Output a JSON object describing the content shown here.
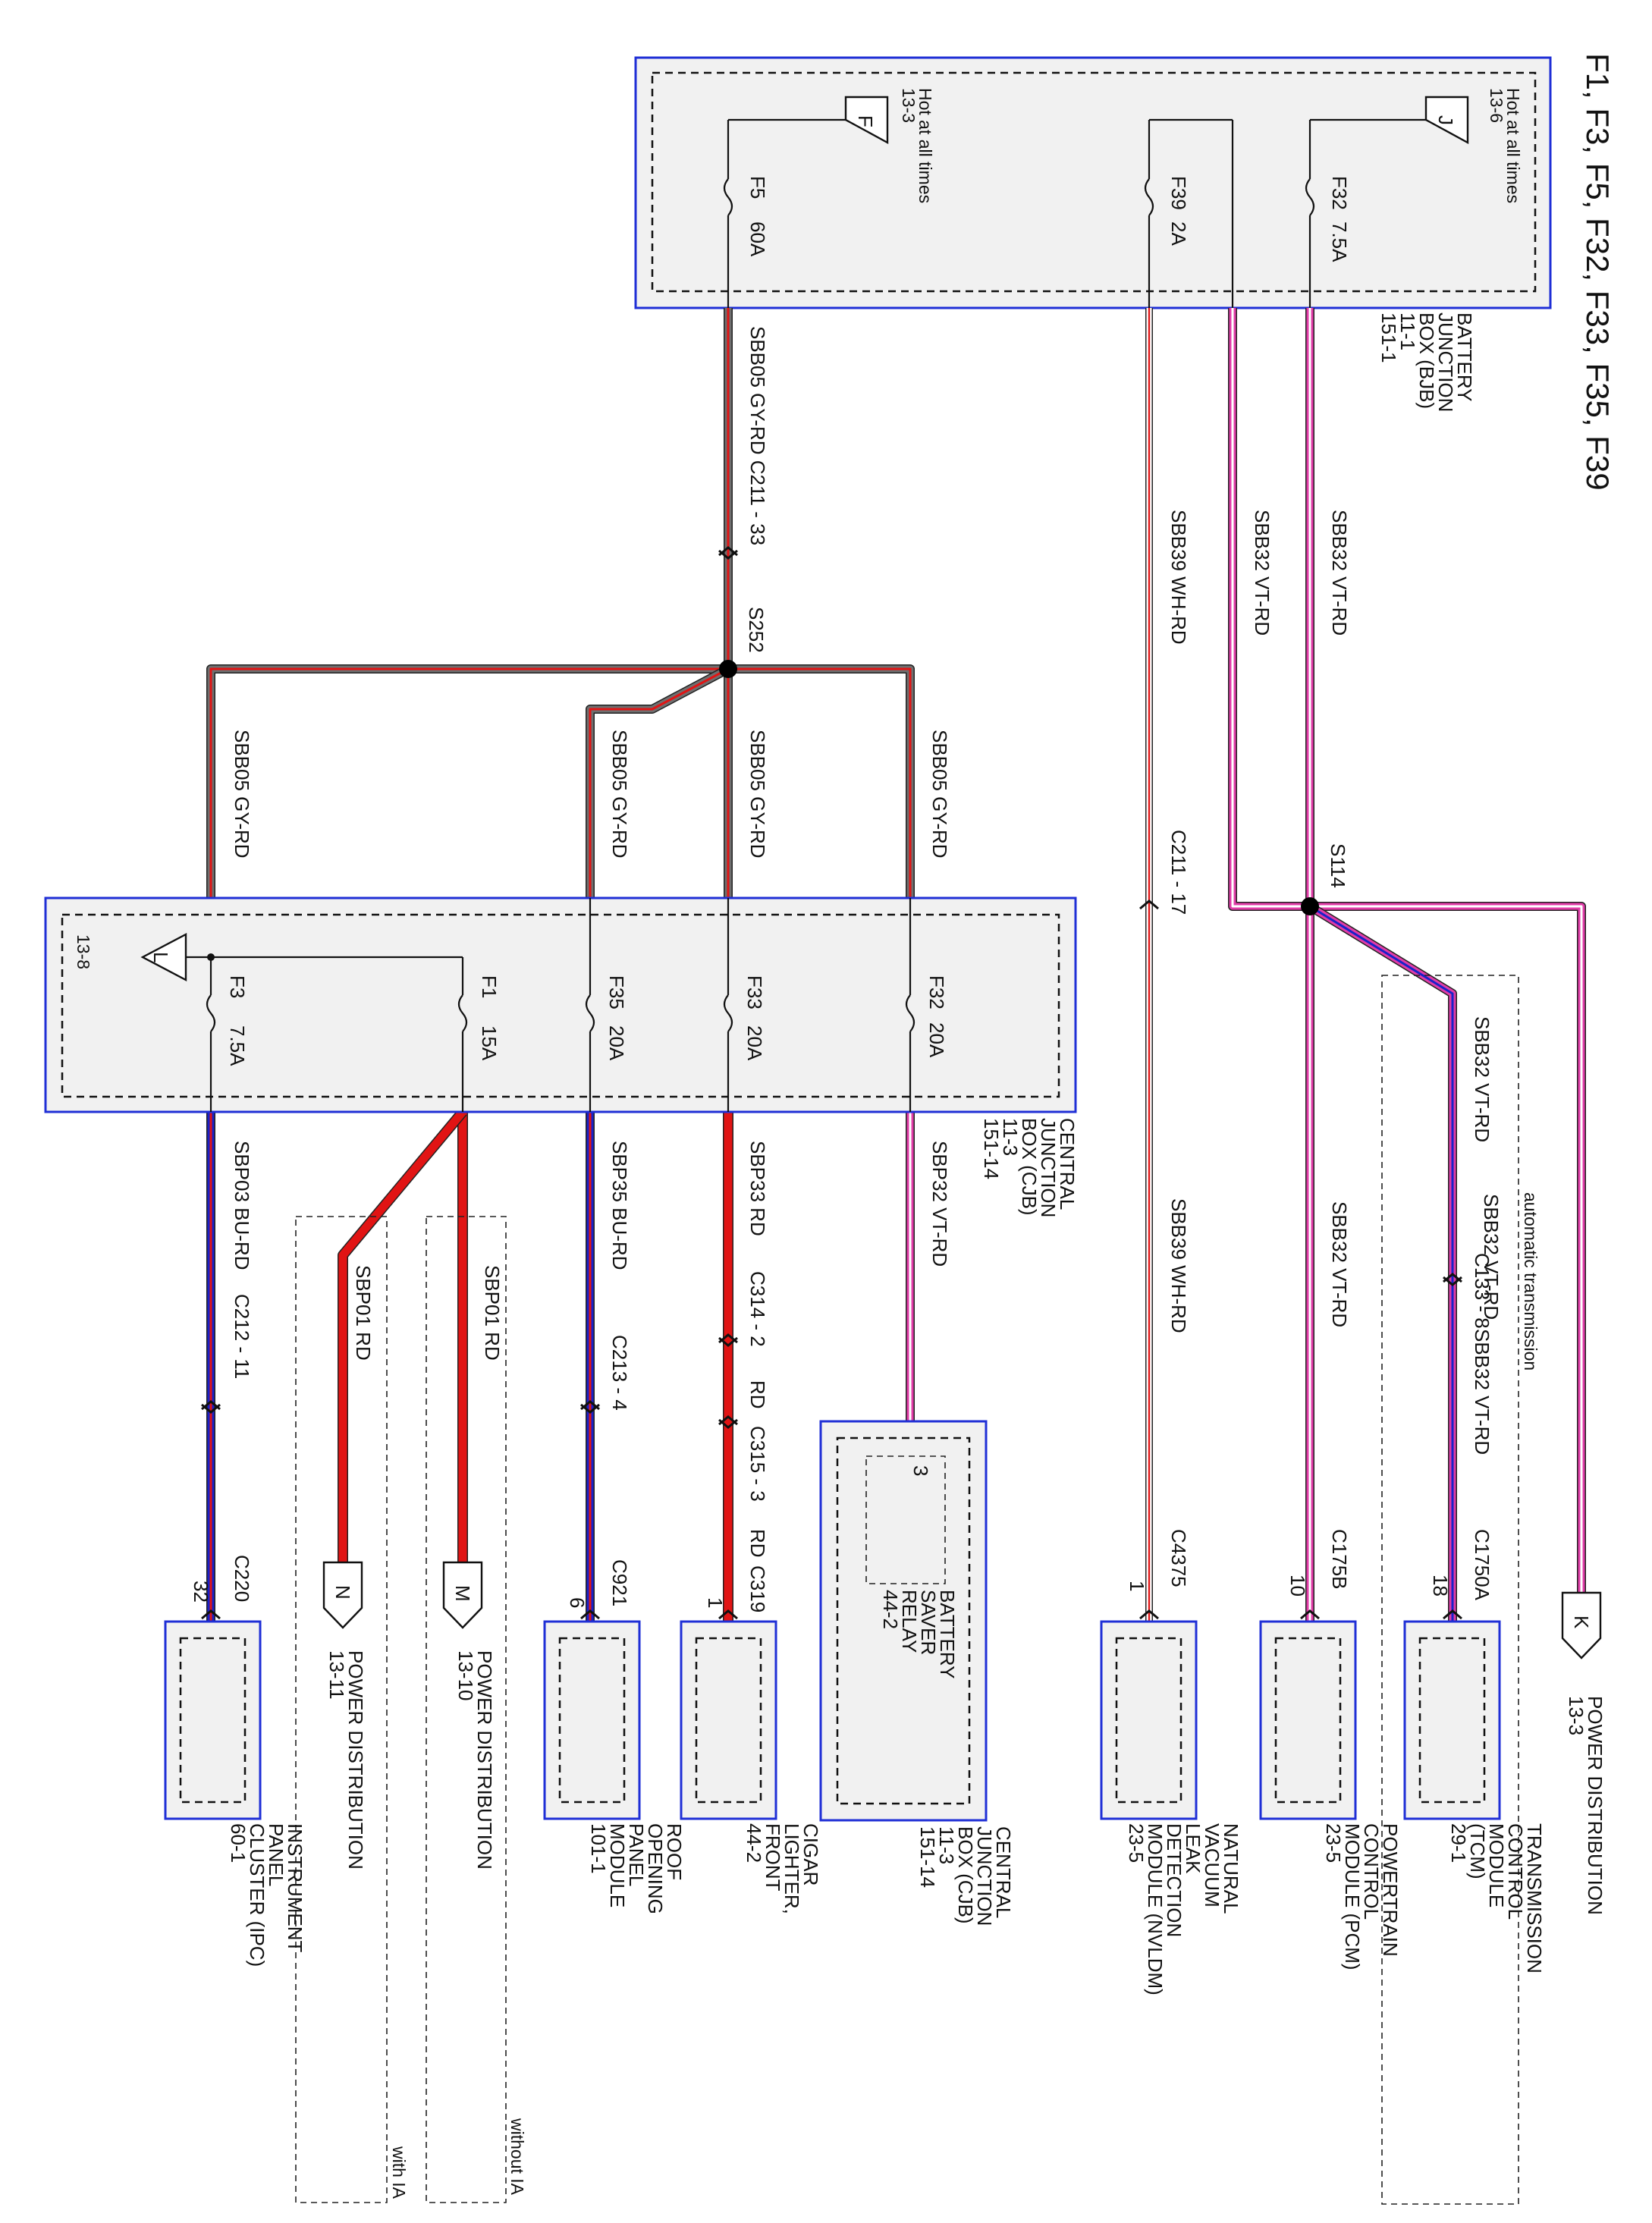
{
  "title": "F1, F3, F5, F32, F33, F35, F39",
  "bjb": {
    "label": "BATTERY\nJUNCTION\nBOX (BJB)\n11-1\n151-1",
    "hot_f": "Hot at all times\n13-3",
    "hot_j": "Hot at all times\n13-6",
    "ref_f": "F",
    "ref_j": "J",
    "fuses": [
      {
        "id": "F5",
        "rating": "60A"
      },
      {
        "id": "F39",
        "rating": "2A"
      },
      {
        "id": "F32",
        "rating": "7.5A"
      }
    ]
  },
  "cjb": {
    "label": "CENTRAL\nJUNCTION\nBOX (CJB)\n11-3\n151-14",
    "ref_l": "L",
    "ref_l_page": "13-8",
    "fuses": [
      {
        "id": "F3",
        "rating": "7.5A"
      },
      {
        "id": "F1",
        "rating": "15A"
      },
      {
        "id": "F35",
        "rating": "20A"
      },
      {
        "id": "F33",
        "rating": "20A"
      },
      {
        "id": "F32",
        "rating": "20A"
      }
    ]
  },
  "splices": {
    "s252": "S252",
    "s114": "S114"
  },
  "wires": {
    "sbb05": "SBB05  GY-RD",
    "sbb05_c": "SBB05  GY-RD  C211 - 33",
    "sbb39": "SBB39  WH-RD",
    "sbb32": "SBB32  VT-RD",
    "sbp03": "SBP03  BU-RD",
    "sbp01": "SBP01  RD",
    "sbp35": "SBP35  BU-RD",
    "sbp33": "SBP33  RD",
    "sbp32": "SBP32  VT-RD",
    "rd": "RD"
  },
  "connectors": {
    "c211_17": "C211 - 17",
    "c212_11": "C212 - 11",
    "c213_4": "C213 - 4",
    "c314_2": "C314 - 2",
    "c315_3": "C315 - 3",
    "c133_8": "C133 - 8",
    "c220": "C220",
    "c220_pin": "32",
    "c921": "C921",
    "c921_pin": "6",
    "c319": "C319",
    "c319_pin": "1",
    "c4375": "C4375",
    "c4375_pin": "1",
    "c175b": "C175B",
    "c175b_pin": "10",
    "c1750a": "C1750A",
    "c1750a_pin": "18",
    "relay_pin": "3"
  },
  "refs": {
    "k": "K",
    "k_label": "POWER DISTRIBUTION\n13-3",
    "n": "N",
    "n_label": "POWER DISTRIBUTION\n13-11",
    "m": "M",
    "m_label": "POWER DISTRIBUTION\n13-10"
  },
  "components": {
    "tcm": "TRANSMISSION\nCONTROL\nMODULE\n(TCM)\n29-1",
    "pcm": "POWERTRAIN\nCONTROL\nMODULE (PCM)\n23-5",
    "nvldm": "NATURAL\nVACUUM\nLEAK\nDETECTION\nMODULE (NVLDM)\n23-5",
    "cjb2": "CENTRAL\nJUNCTION\nBOX (CJB)\n11-3\n151-14",
    "relay": "BATTERY\nSAVER\nRELAY\n44-2",
    "cigar": "CIGAR\nLIGHTER,\nFRONT\n44-2",
    "roof": "ROOF\nOPENING\nPANEL\nMODULE\n101-1",
    "ipc": "INSTRUMENT\nPANEL\nCLUSTER (IPC)\n60-1"
  },
  "options": {
    "auto_trans": "automatic transmission",
    "without_ia": "without IA",
    "with_ia": "with IA"
  },
  "colors": {
    "box_border": "#1f2fd6",
    "box_fill": "#f1f1f1",
    "gy_rd": "#6f6f6f",
    "red": "#e11414",
    "violet": "#e13ca8",
    "blue": "#1a22c8",
    "white": "#ffffff"
  }
}
